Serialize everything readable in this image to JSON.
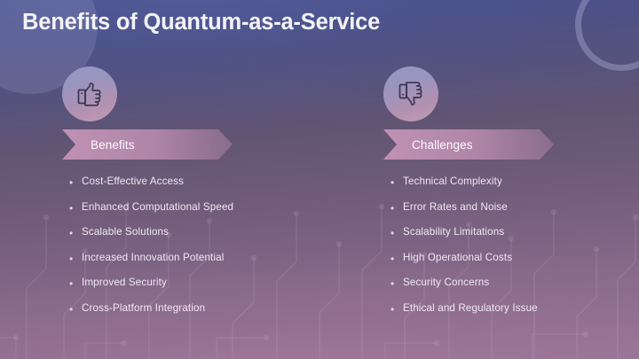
{
  "slide": {
    "title": "Benefits of Quantum-as-a-Service",
    "bullet_marker": "•"
  },
  "colors": {
    "background_top": "#495089",
    "background_bottom": "#9a7697",
    "ribbon": "#be90b2",
    "title_text": "#f4f3f8",
    "bullet_text": "#efeaf2",
    "badge_gradient_start": "#8f9ac4",
    "badge_gradient_end": "#c49cb2",
    "deco_ring": "#a8acd4"
  },
  "columns": [
    {
      "key": "benefits",
      "icon": "thumbs-up-icon",
      "heading": "Benefits",
      "items": [
        "Cost-Effective Access",
        "Enhanced Computational Speed",
        "Scalable Solutions",
        "Increased Innovation Potential",
        "Improved Security",
        "Cross-Platform Integration"
      ]
    },
    {
      "key": "challenges",
      "icon": "thumbs-down-icon",
      "heading": "Challenges",
      "items": [
        "Technical Complexity",
        "Error Rates and Noise",
        "Scalability Limitations",
        "High Operational Costs",
        "Security Concerns",
        "Ethical and Regulatory Issue"
      ]
    }
  ]
}
